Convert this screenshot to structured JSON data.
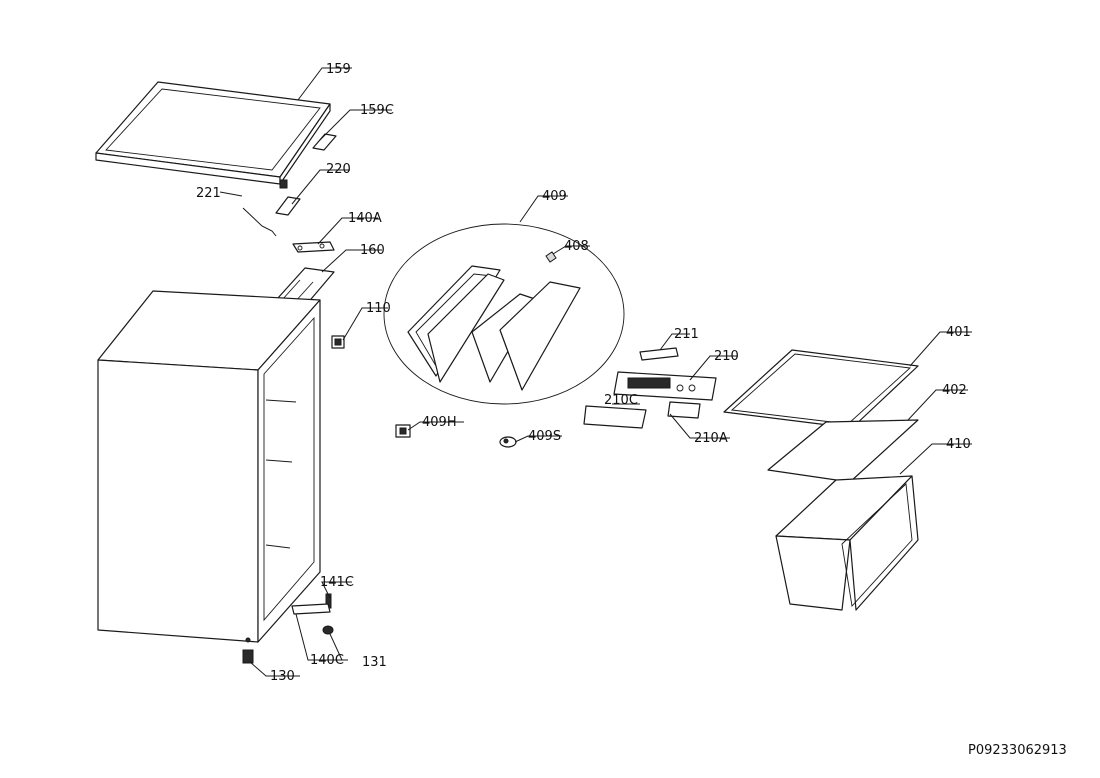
{
  "diagram": {
    "document_id": "P09233062913",
    "callouts": {
      "c159": "159",
      "c159C": "159C",
      "c220": "220",
      "c221": "221",
      "c140A": "140A",
      "c160": "160",
      "c110": "110",
      "c409": "409",
      "c408": "408",
      "c211": "211",
      "c210": "210",
      "c210C": "210C",
      "c210A": "210A",
      "c409H": "409H",
      "c409S": "409S",
      "c401": "401",
      "c402": "402",
      "c410": "410",
      "c141C": "141C",
      "c140C": "140C",
      "c131": "131",
      "c130": "130"
    }
  }
}
